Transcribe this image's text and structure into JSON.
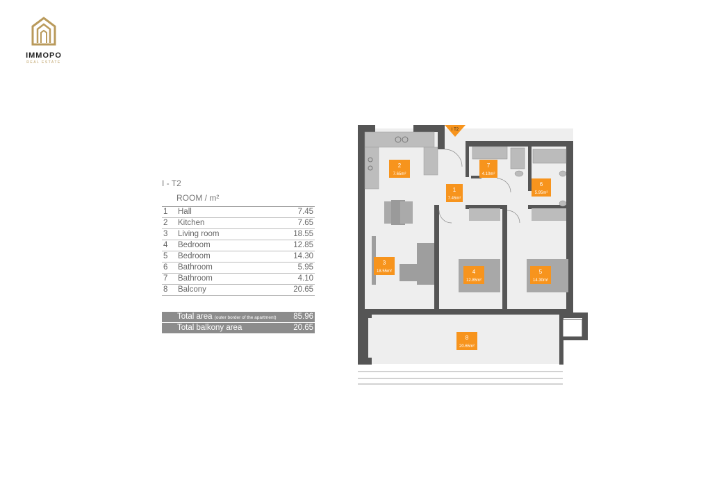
{
  "brand": {
    "name": "IMMOPO",
    "subtitle": "REAL ESTATE",
    "gold": "#b99a5b"
  },
  "unit": {
    "code": "I - T2",
    "room_header": "ROOM / m²"
  },
  "rooms": [
    {
      "num": "1",
      "name": "Hall",
      "area": "7.45"
    },
    {
      "num": "2",
      "name": "Kitchen",
      "area": "7.65"
    },
    {
      "num": "3",
      "name": "Living room",
      "area": "18.55"
    },
    {
      "num": "4",
      "name": "Bedroom",
      "area": "12.85"
    },
    {
      "num": "5",
      "name": "Bedroom",
      "area": "14.30"
    },
    {
      "num": "6",
      "name": "Bathroom",
      "area": "5.95"
    },
    {
      "num": "7",
      "name": "Bathroom",
      "area": "4.10"
    },
    {
      "num": "8",
      "name": "Balcony",
      "area": "20.65"
    }
  ],
  "totals": {
    "total_area_label": "Total area",
    "total_area_note": "(outer border of the apartment)",
    "total_area_value": "85.96",
    "balcony_label": "Total balkony area",
    "balcony_value": "20.65"
  },
  "plan": {
    "entrance_label": "I T2",
    "accent_color": "#f7941d",
    "wall_color": "#555555",
    "floor_color": "#eeeeee",
    "room_tags": [
      {
        "num": "1",
        "area": "7.45m²"
      },
      {
        "num": "2",
        "area": "7.65m²"
      },
      {
        "num": "3",
        "area": "18.55m²"
      },
      {
        "num": "4",
        "area": "12.85m²"
      },
      {
        "num": "5",
        "area": "14.30m²"
      },
      {
        "num": "6",
        "area": "5.95m²"
      },
      {
        "num": "7",
        "area": "4.10m²"
      },
      {
        "num": "8",
        "area": "20.65m²"
      }
    ]
  }
}
